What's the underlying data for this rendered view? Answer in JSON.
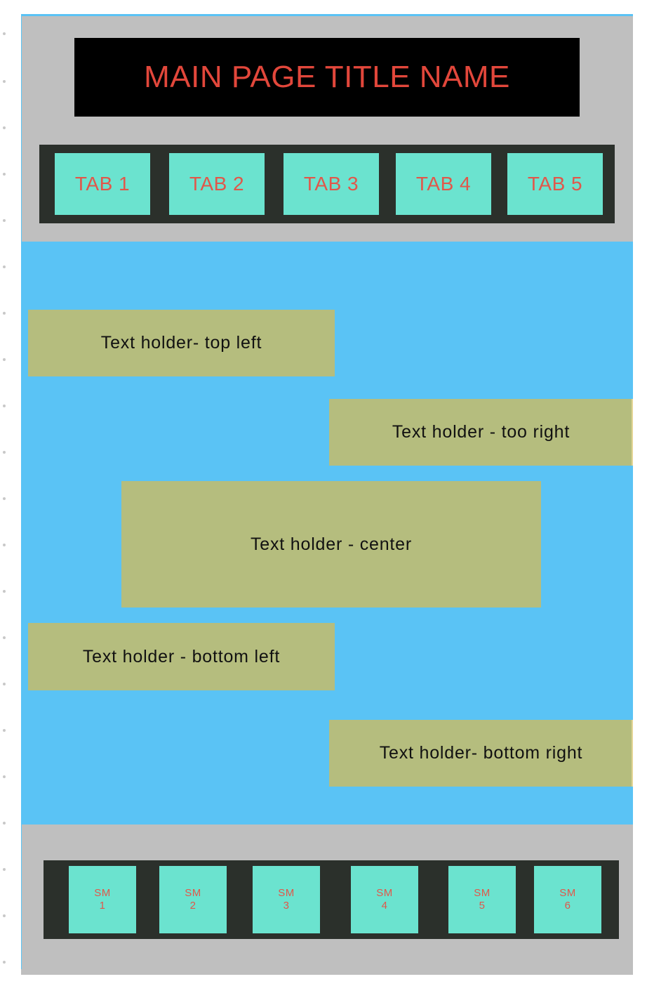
{
  "header": {
    "title": "MAIN PAGE TITLE NAME"
  },
  "tabs": [
    {
      "label": "TAB 1"
    },
    {
      "label": "TAB 2"
    },
    {
      "label": "TAB 3"
    },
    {
      "label": "TAB 4"
    },
    {
      "label": "TAB 5"
    }
  ],
  "content": {
    "holders": {
      "top_left": "Text holder- top left",
      "top_right": "Text holder - too right",
      "center": "Text holder - center",
      "bottom_left": "Text holder - bottom left",
      "bottom_right": "Text holder- bottom right"
    }
  },
  "footer": {
    "social": [
      {
        "label": "SM",
        "number": "1"
      },
      {
        "label": "SM",
        "number": "2"
      },
      {
        "label": "SM",
        "number": "3"
      },
      {
        "label": "SM",
        "number": "4"
      },
      {
        "label": "SM",
        "number": "5"
      },
      {
        "label": "SM",
        "number": "6"
      }
    ]
  },
  "colors": {
    "frame": "#bfbfbf",
    "content_background": "#5ac3f5",
    "title_background": "#000000",
    "title_text": "#e2473b",
    "strip_background": "#2b302b",
    "button_fill": "#6be3cf",
    "button_text": "#e1574a",
    "holder_fill": "#b5bd7e"
  }
}
